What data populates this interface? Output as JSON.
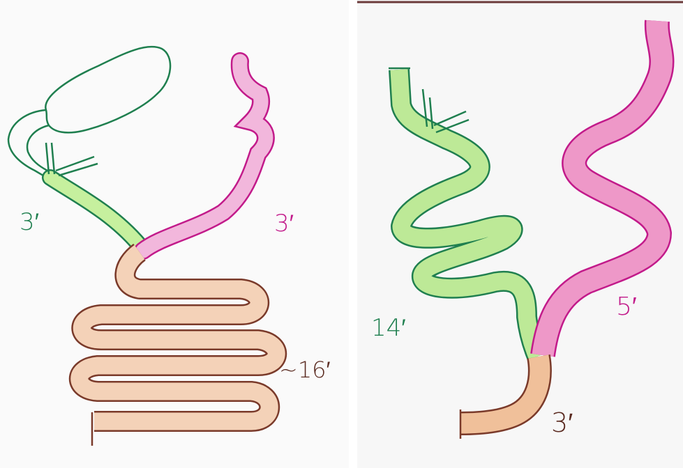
{
  "colors": {
    "paper": "#fafafa",
    "green_outline": "#1f7f4f",
    "green_fill": "#b9ec8d",
    "magenta_outline": "#c21a8a",
    "magenta_fill": "#ef9fcf",
    "brown_outline": "#7a3a2a",
    "peach_fill": "#f3c8aa"
  },
  "panels": [
    {
      "id": "left-panel",
      "labels": {
        "green_length": "3′",
        "magenta_length": "3′",
        "common_length": "~16′"
      }
    },
    {
      "id": "right-panel",
      "labels": {
        "green_length": "14′",
        "magenta_length": "5′",
        "common_length": "3′"
      }
    }
  ]
}
